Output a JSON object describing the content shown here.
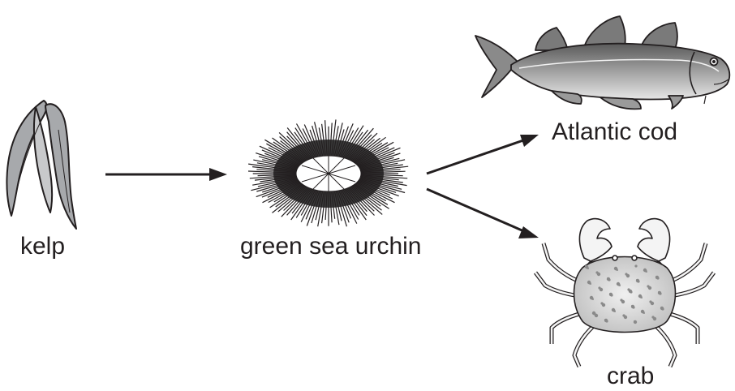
{
  "organisms": {
    "kelp": "kelp",
    "urchin": "green sea urchin",
    "cod": "Atlantic cod",
    "crab": "crab"
  },
  "colors": {
    "ink": "#231f20",
    "fill_gray": "#a7a9ac",
    "light_gray": "#d9d9d9"
  },
  "icons": [
    "kelp-illustration",
    "sea-urchin-illustration",
    "cod-illustration",
    "crab-illustration"
  ],
  "arrows": [
    {
      "from": "kelp",
      "to": "green sea urchin"
    },
    {
      "from": "green sea urchin",
      "to": "Atlantic cod"
    },
    {
      "from": "green sea urchin",
      "to": "crab"
    }
  ]
}
